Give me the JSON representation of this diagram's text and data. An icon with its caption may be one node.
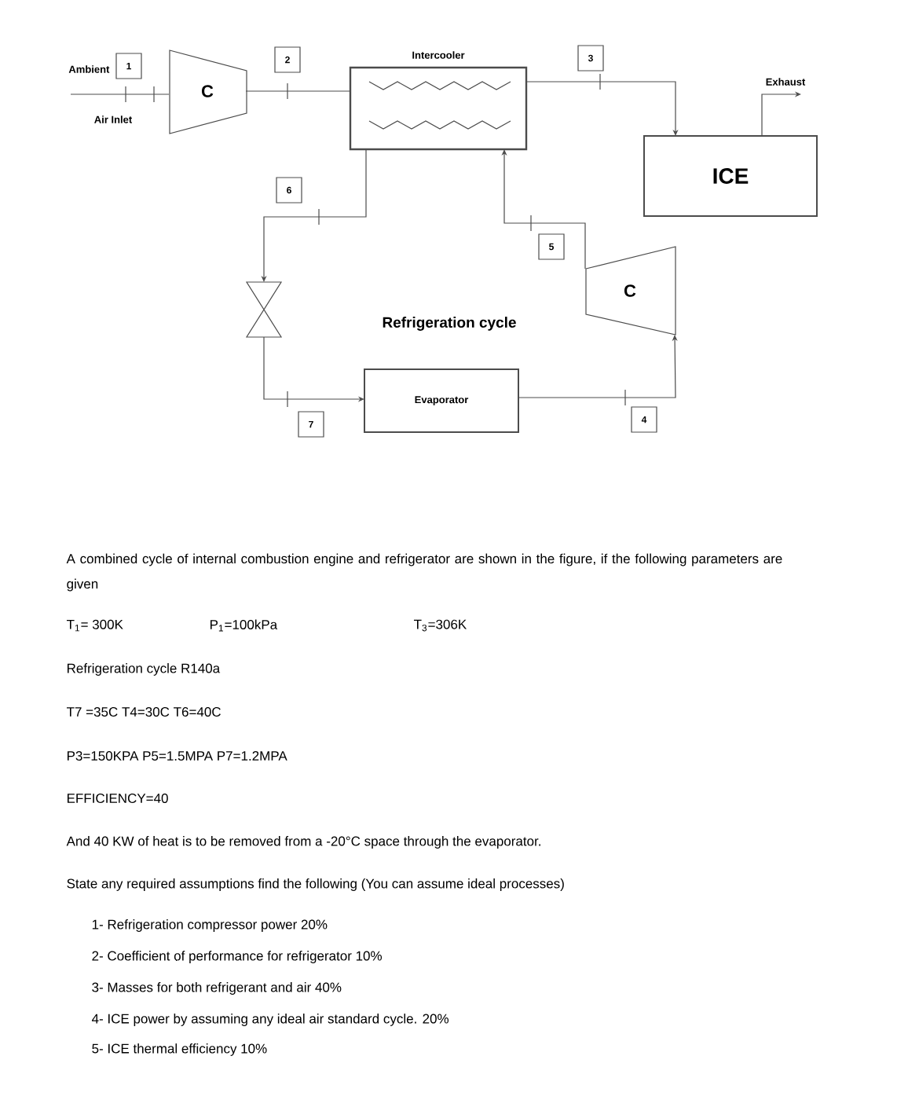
{
  "diagram": {
    "nodes": [
      {
        "text": [
          "C"
        ]
      },
      {
        "text": [
          "Intercooler"
        ]
      },
      {
        "text": [
          "ICE"
        ]
      },
      {
        "text": [
          "C"
        ]
      },
      {
        "text": [],
        "shape": "valve"
      },
      {
        "text": [
          "Evaporator"
        ]
      },
      {
        "text": [
          "1"
        ]
      },
      {
        "text": [
          "2"
        ]
      },
      {
        "text": [
          "3"
        ]
      },
      {
        "text": [
          "4"
        ]
      },
      {
        "text": [
          "5"
        ]
      },
      {
        "text": [
          "6"
        ]
      },
      {
        "text": [
          "7"
        ]
      },
      {
        "text": [
          "Exhaust"
        ]
      }
    ],
    "edges": [
      {
        "from": null,
        "to": 0,
        "arrow": "none"
      },
      {
        "from": 0,
        "to": 1,
        "arrow": "none"
      },
      {
        "from": 1,
        "to": 2,
        "arrow": "to"
      },
      {
        "from": 2,
        "to": 13,
        "arrow": "to"
      },
      {
        "from": 3,
        "to": 1,
        "arrow": "to"
      },
      {
        "from": 1,
        "to": 4,
        "arrow": "to"
      },
      {
        "from": 4,
        "to": 5,
        "arrow": "to"
      },
      {
        "from": 5,
        "to": 3,
        "arrow": "to"
      }
    ],
    "labels": [
      "Ambient",
      "Air Inlet",
      "Refrigeration cycle",
      "A combined cycle of internal combustion engine and refrigerator are shown in the figure, if the following parameters are given",
      "T$_{1}$= 300K",
      "P$_{1}$=100kPa",
      "T$_{3}$=306K",
      "Refrigeration cycle R140a",
      "T7 =35C  T4=30C  T6=40C",
      "P3=150KPA  P5=1.5MPA  P7=1.2MPA",
      "EFFICIENCY=40",
      "And 40 KW of heat is to be removed from a -20°C space through the evaporator.",
      "State any required assumptions find the following (You can assume ideal processes)",
      "1- Refrigeration compressor power  20%",
      "2- Coefficient of performance for refrigerator 10%",
      "3- Masses for both refrigerant and air   40%",
      "4- ICE power by assuming any ideal air standard cycle.  20%",
      "5- ICE thermal efficiency  10%"
    ]
  }
}
